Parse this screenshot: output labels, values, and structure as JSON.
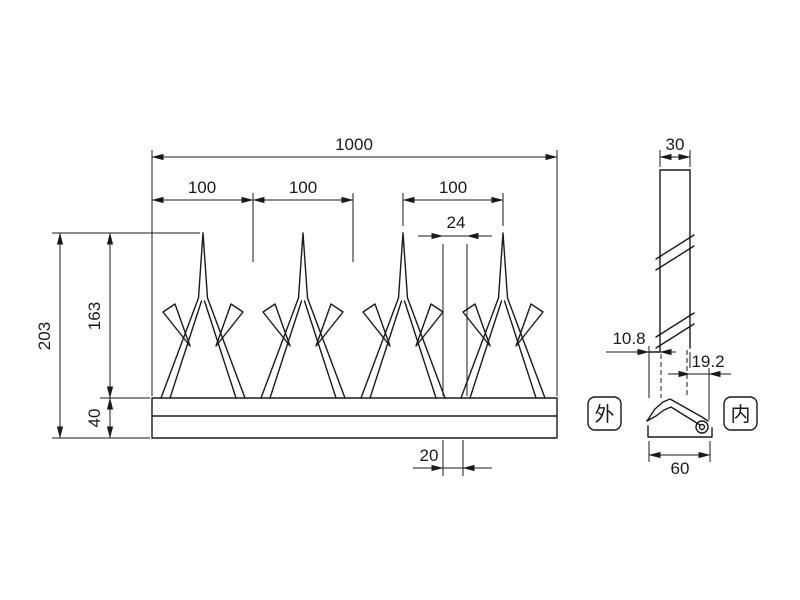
{
  "front_view": {
    "dim_overall_width": "1000",
    "dim_pitch_1": "100",
    "dim_pitch_2": "100",
    "dim_pitch_3": "100",
    "dim_hole_pitch": "24",
    "dim_total_height": "203",
    "dim_spike_height": "163",
    "dim_base_height": "40",
    "dim_slot_width": "20"
  },
  "side_view": {
    "dim_blade_width": "30",
    "dim_front_offset": "10.8",
    "dim_rear_offset": "19.2",
    "dim_base_depth": "60",
    "label_outside": "外",
    "label_inside": "内"
  }
}
